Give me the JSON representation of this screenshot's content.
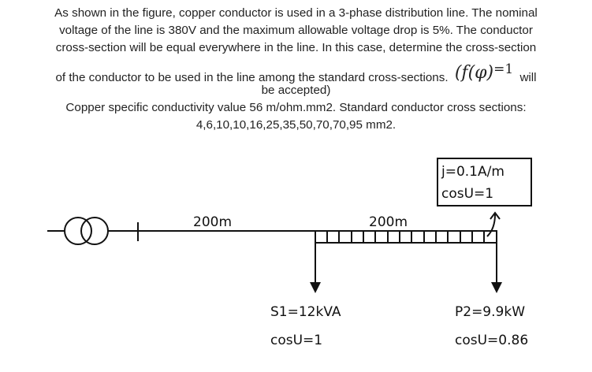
{
  "problem": {
    "line1": "As shown in the figure, copper conductor is used in a 3-phase distribution line. The nominal",
    "line2": "voltage of the line is 380V and the maximum allowable voltage drop is 5%. The conductor",
    "line3": "cross-section will be equal everywhere in the line. In this case, determine the cross-section",
    "line4_before": "of the conductor to be used in the line among the standard cross-sections.",
    "formula_paren_open": "(",
    "formula_f": "f",
    "formula_phi": "(φ)",
    "formula_eq": "=1",
    "line4_after": "will",
    "line5": "be accepted)",
    "line6": "Copper specific conductivity value 56 m/ohm.mm2. Standard conductor cross sections:",
    "line7": "4,6,10,10,16,25,35,50,70,70,95 mm2."
  },
  "figure": {
    "segment1_length": "200m",
    "segment2_length": "200m",
    "distributed_load_j": "j=0.1A/m",
    "distributed_load_cos": "cosU=1",
    "load1_power": "S1=12kVA",
    "load1_cos": "cosU=1",
    "load2_power": "P2=9.9kW",
    "load2_cos": "cosU=0.86"
  },
  "colors": {
    "text": "#222222",
    "drawing": "#111111"
  }
}
